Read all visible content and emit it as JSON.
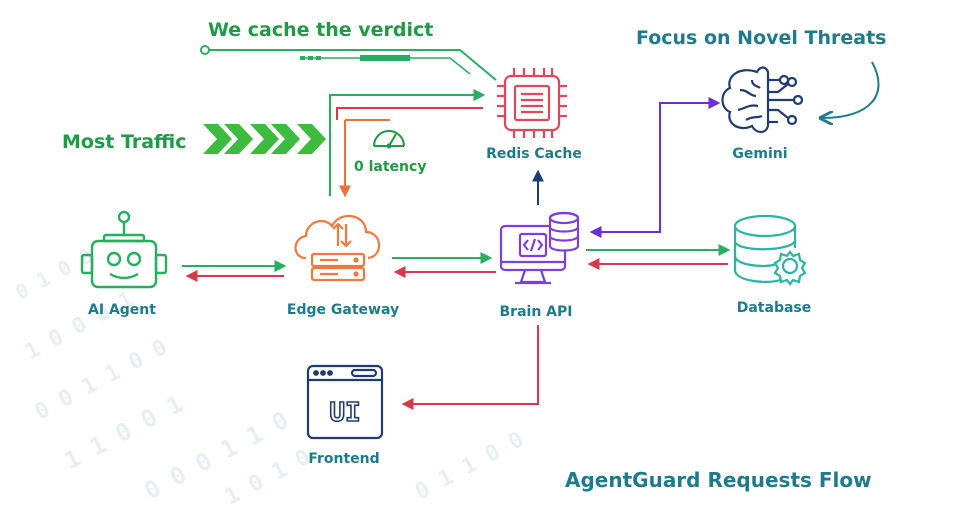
{
  "title": "AgentGuard Requests Flow",
  "annotations": {
    "cache_verdict": "We cache the verdict",
    "novel_threats": "Focus on Novel Threats",
    "most_traffic": "Most Traffic",
    "latency": "0 latency"
  },
  "nodes": {
    "agent": "AI Agent",
    "gateway": "Edge Gateway",
    "brain": "Brain API",
    "redis": "Redis Cache",
    "gemini": "Gemini",
    "database": "Database",
    "frontend": "Frontend",
    "frontend_screen_text": "UI"
  },
  "colors": {
    "green": "#27ae60",
    "red": "#d63a4a",
    "orange": "#e9733b",
    "purple": "#6a2fd6",
    "teal": "#1e7b8c",
    "icon_green": "#27ae60",
    "icon_orange": "#ee7a3f",
    "icon_red": "#e0475a",
    "icon_purple": "#7b3fe0",
    "icon_teal": "#2bb3a3",
    "icon_navy": "#1f3b73"
  },
  "binary_background": [
    "0 1 0 0",
    "1 0 0 0 1",
    "0 0 1 1 0 0",
    "1 1 0 0 1",
    "0 0 0 1 1 0",
    "1 0 1 0",
    "0 1 1 0 0"
  ]
}
